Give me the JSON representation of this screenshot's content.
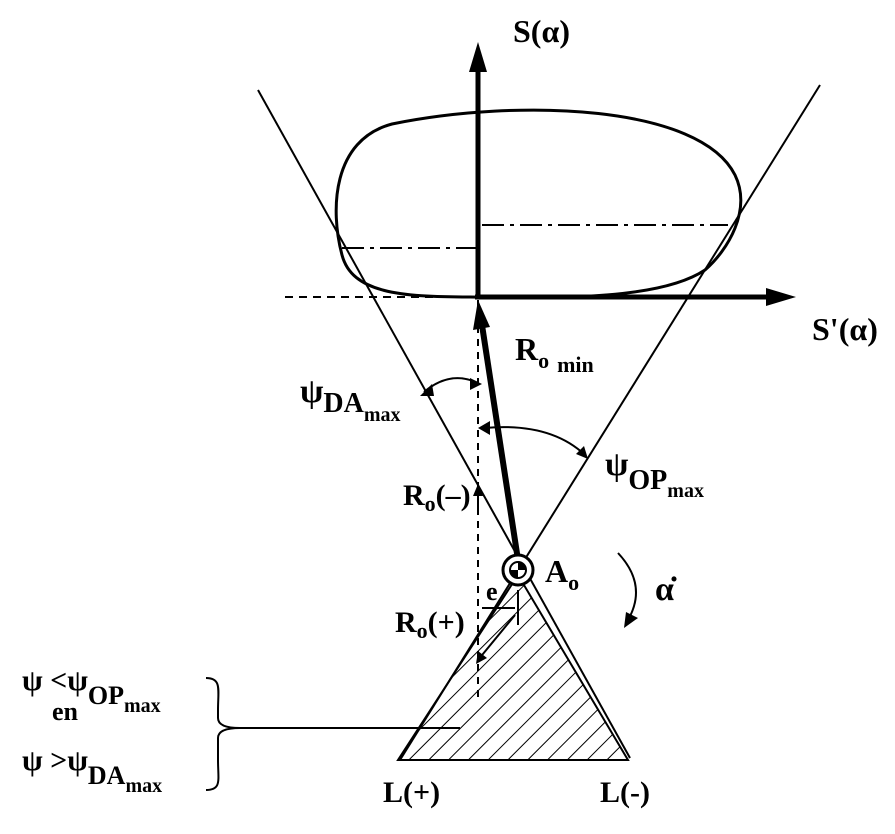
{
  "labels": {
    "y_axis": {
      "base": "S",
      "arg": "(α)"
    },
    "x_axis": {
      "base": "S'",
      "arg": "(α)"
    },
    "r_min": {
      "base": "R",
      "sub": "o",
      "sub2": "min"
    },
    "psi_da": {
      "base": "ψ",
      "sub": "DA",
      "sub2": "max"
    },
    "psi_op": {
      "base": "ψ",
      "sub": "OP",
      "sub2": "max"
    },
    "r_minus": {
      "base": "R",
      "sub": "o",
      "tail": "(–)"
    },
    "r_plus": {
      "base": "R",
      "sub": "o",
      "tail": "(+)"
    },
    "pivot": {
      "base": "A",
      "sub": "o"
    },
    "alpha_dot": "α̇",
    "eccentricity": "e",
    "condition": {
      "line1_psi": "ψ <ψ",
      "line1_sub": "OP",
      "line1_sub2": "max",
      "joiner": "en",
      "line2_psi": "ψ >ψ",
      "line2_sub": "DA",
      "line2_sub2": "max"
    },
    "line_plus": "L(+)",
    "line_minus": "L(-)"
  },
  "colors": {
    "ink": "#000000",
    "paper": "#ffffff"
  }
}
